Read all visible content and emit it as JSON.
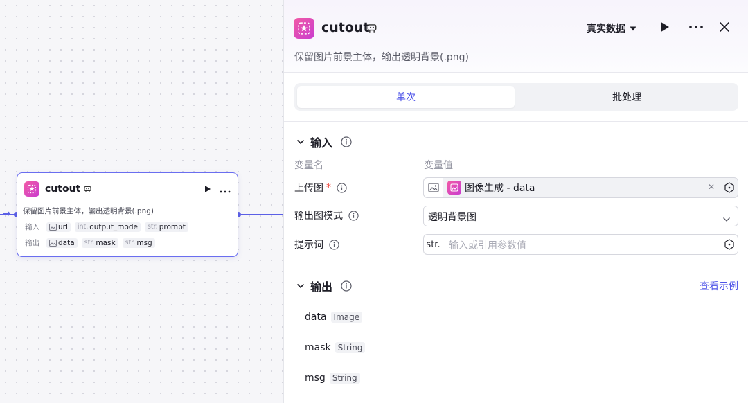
{
  "colors": {
    "accent": "#4d53e8",
    "edge": "#5b5fe6",
    "app_icon": "#e44fb8",
    "required": "#f0463c"
  },
  "node": {
    "title": "cutout",
    "description": "保留图片前景主体，输出透明背景(.png)",
    "input_label": "输入",
    "output_label": "输出",
    "inputs": [
      {
        "icon": "image-icon",
        "name": "url"
      },
      {
        "prefix": "int.",
        "name": "output_mode"
      },
      {
        "prefix": "str.",
        "name": "prompt"
      }
    ],
    "outputs": [
      {
        "icon": "image-icon",
        "name": "data"
      },
      {
        "prefix": "str.",
        "name": "mask"
      },
      {
        "prefix": "str.",
        "name": "msg"
      }
    ]
  },
  "panel": {
    "title": "cutout",
    "data_source": "真实数据",
    "description": "保留图片前景主体，输出透明背景(.png)",
    "tabs": [
      {
        "label": "单次",
        "active": true
      },
      {
        "label": "批处理",
        "active": false
      }
    ],
    "inputs_section": {
      "title": "输入",
      "col_name": "变量名",
      "col_value": "变量值",
      "fields": [
        {
          "label": "上传图",
          "required": true,
          "ref_value": "图像生成 - data"
        },
        {
          "label": "输出图模式",
          "required": false,
          "value": "透明背景图"
        },
        {
          "label": "提示词",
          "required": false,
          "prefix": "str.",
          "placeholder": "输入或引用参数值"
        }
      ]
    },
    "outputs_section": {
      "title": "输出",
      "link": "查看示例",
      "items": [
        {
          "name": "data",
          "type": "Image"
        },
        {
          "name": "mask",
          "type": "String"
        },
        {
          "name": "msg",
          "type": "String"
        }
      ]
    }
  }
}
